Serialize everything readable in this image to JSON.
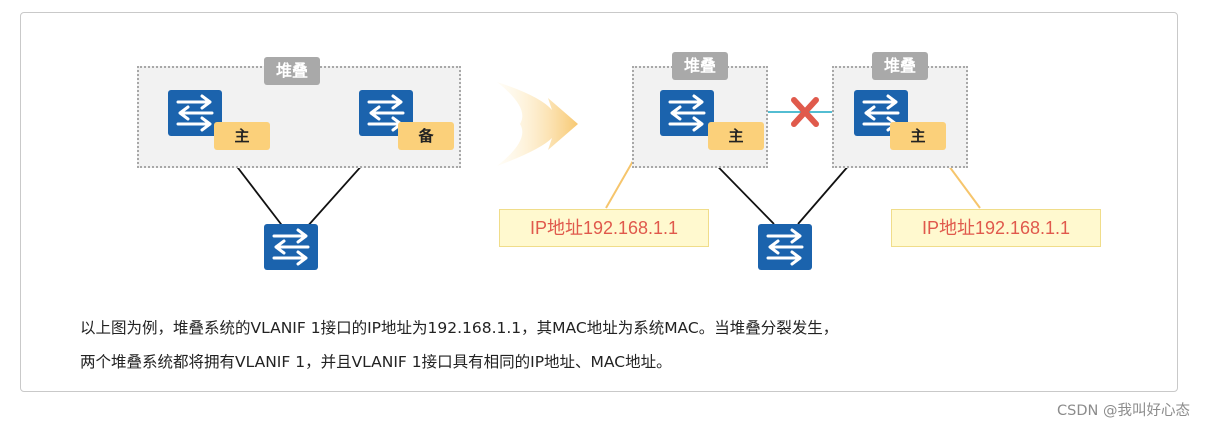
{
  "left": {
    "stack_label": "堆叠",
    "master_label": "主",
    "backup_label": "备"
  },
  "right": {
    "stack1_label": "堆叠",
    "stack2_label": "堆叠",
    "master1_label": "主",
    "master2_label": "主",
    "ip_left": "IP地址192.168.1.1",
    "ip_right": "IP地址192.168.1.1"
  },
  "caption": {
    "line1": "以上图为例，堆叠系统的VLANIF  1接口的IP地址为192.168.1.1，其MAC地址为系统MAC。当堆叠分裂发生，",
    "line2": "两个堆叠系统都将拥有VLANIF  1，并且VLANIF  1接口具有相同的IP地址、MAC地址。"
  },
  "watermark": "CSDN @我叫好心态",
  "colors": {
    "switch": "#1b63ad",
    "stack_link": "#1aa7c4",
    "role_tag": "#fbd07a",
    "split_mark": "#e05a4c",
    "ip_text": "#e0594c",
    "pointer": "#f6c56c"
  }
}
